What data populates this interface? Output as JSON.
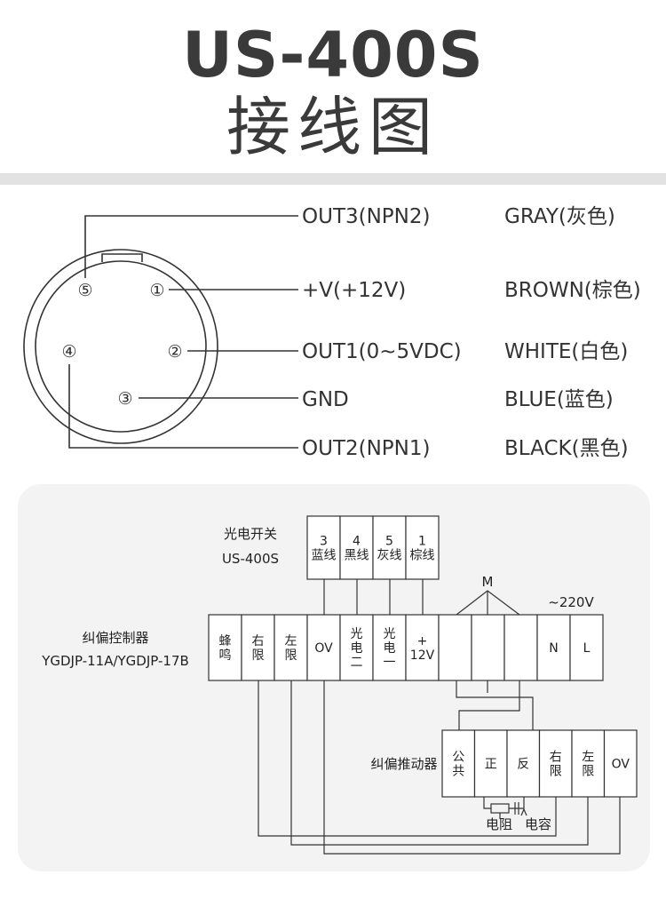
{
  "header": {
    "title": "US-400S",
    "subtitle": "接线图"
  },
  "connector": {
    "pins": [
      {
        "num": "⑤",
        "signal": "OUT3(NPN2)",
        "color": "GRAY(灰色)"
      },
      {
        "num": "①",
        "signal": "+V(+12V)",
        "color": "BROWN(棕色)"
      },
      {
        "num": "②",
        "signal": "OUT1(0~5VDC)",
        "color": "WHITE(白色)"
      },
      {
        "num": "③",
        "signal": "GND",
        "color": "BLUE(蓝色)"
      },
      {
        "num": "④",
        "signal": "OUT2(NPN1)",
        "color": "BLACK(黑色)"
      }
    ]
  },
  "wiring": {
    "sensor": {
      "label_line1": "光电开关",
      "label_line2": "US-400S",
      "terminals": [
        {
          "num": "3",
          "name": "蓝线"
        },
        {
          "num": "4",
          "name": "黑线"
        },
        {
          "num": "5",
          "name": "灰线"
        },
        {
          "num": "1",
          "name": "棕线"
        }
      ]
    },
    "controller": {
      "label_line1": "纠偏控制器",
      "label_line2": "YGDJP-11A/YGDJP-17B",
      "terminals": [
        [
          "蜂",
          "鸣"
        ],
        [
          "右",
          "限"
        ],
        [
          "左",
          "限"
        ],
        [
          "OV"
        ],
        [
          "光",
          "电",
          "二"
        ],
        [
          "光",
          "电",
          "一"
        ],
        [
          "+",
          "12V"
        ],
        [
          ""
        ],
        [
          ""
        ],
        [
          ""
        ],
        [
          "N"
        ],
        [
          "L"
        ]
      ],
      "motor_label": "M",
      "power_label": "~220V"
    },
    "actuator": {
      "label": "纠偏推动器",
      "terminals": [
        [
          "公",
          "共"
        ],
        [
          "正"
        ],
        [
          "反"
        ],
        [
          "右",
          "限"
        ],
        [
          "左",
          "限"
        ],
        [
          "OV"
        ]
      ],
      "resistor_label": "电阻",
      "capacitor_label": "电容"
    }
  }
}
